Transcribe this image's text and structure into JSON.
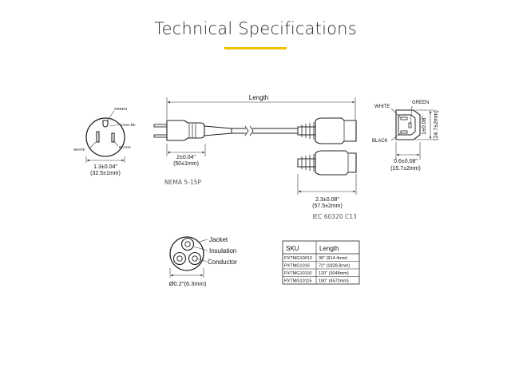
{
  "page": {
    "title": "Technical Specifications",
    "accent_color": "#f2c200"
  },
  "plug_face": {
    "labels": {
      "green": "GREEN",
      "green_blk": "Green blk",
      "white": "WHITE",
      "black": "BLACK"
    },
    "dimension": {
      "inch": "1.3±0.04\"",
      "mm": "(32.5±1mm)"
    }
  },
  "cable_side": {
    "length_label": "Length",
    "plug_dim": {
      "inch": "2±0.04\"",
      "mm": "(50±1mm)"
    },
    "plug_type": "NEMA 5-15P",
    "connector_dim": {
      "inch": "2.3±0.08\"",
      "mm": "(57.5±2mm)"
    },
    "connector_type": "IEC 60320 C13"
  },
  "c13_face": {
    "labels": {
      "white": "WHITE",
      "green": "GREEN",
      "black": "BLACK"
    },
    "height_dim": {
      "inch": "1±0.08\"",
      "mm": "(24.7±2mm)"
    },
    "depth_dim": {
      "inch": "0.6±0.08\"",
      "mm": "(15.7±2mm)"
    }
  },
  "cross_section": {
    "labels": {
      "jacket": "Jacket",
      "insulation": "Insulation",
      "conductor": "Conductor"
    },
    "diameter": "Ø0.2\"(6.3mm)"
  },
  "sku_table": {
    "headers": [
      "SKU",
      "Length"
    ],
    "rows": [
      [
        "PXTMG10013",
        "36\" (914.4mm)"
      ],
      [
        "PXTMG1016",
        "72\" (1828.8mm)"
      ],
      [
        "PXTMG10110",
        "120\" (3048mm)"
      ],
      [
        "PXTMG10115",
        "180\" (4572mm)"
      ]
    ]
  }
}
